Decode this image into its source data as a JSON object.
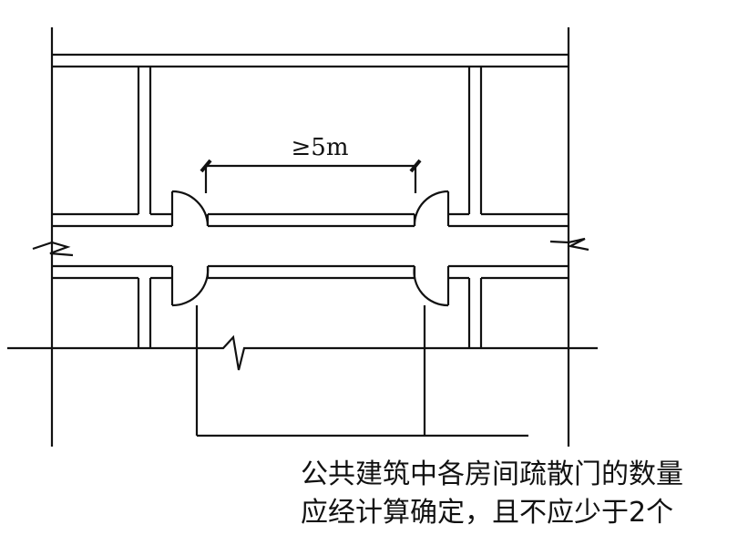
{
  "dimension": {
    "label": "≥5m"
  },
  "caption": {
    "line1": "公共建筑中各房间疏散门的数量",
    "line2": "应经计算确定，且不应少于2个"
  },
  "colors": {
    "ink": "#111111",
    "background": "#ffffff"
  }
}
